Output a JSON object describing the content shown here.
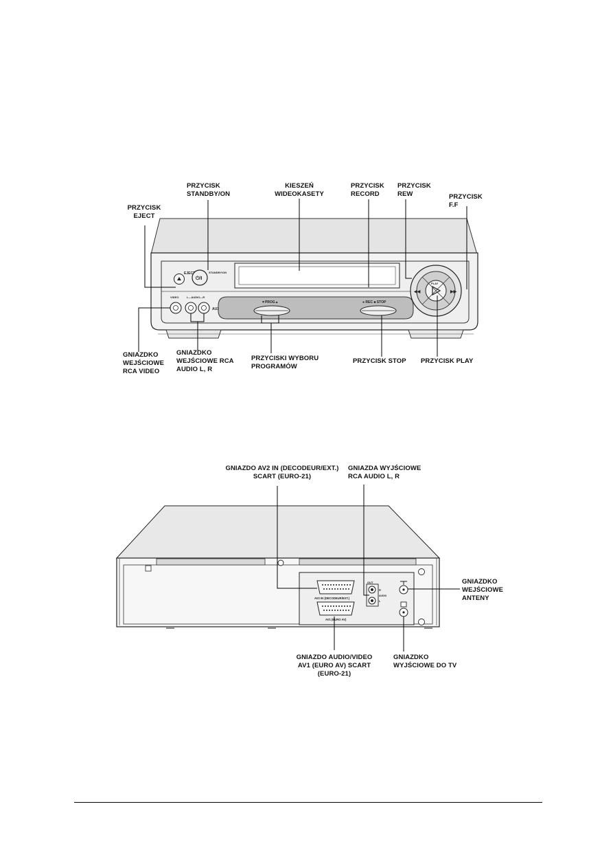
{
  "front": {
    "labels": {
      "standby": "PRZYCISK\nSTANDBY/ON",
      "cassette": "KIESZEŃ\nWIDEOKASETY",
      "record": "PRZYCISK\nRECORD",
      "rew": "PRZYCISK\nREW",
      "ff": "PRZYCISK\nF.F",
      "eject": "PRZYCISK\nEJECT",
      "rca_video": "GNIAZDKO\nWEJŚCIOWE\nRCA VIDEO",
      "rca_audio": "GNIAZDKO\nWEJŚCIOWE RCA\nAUDIO L, R",
      "program": "PRZYCISKI WYBORU\nPROGRAMÓW",
      "stop": "PRZYCISK STOP",
      "play": "PRZYCISK PLAY"
    },
    "panel_text": {
      "eject": "EJECT",
      "standby_btn": "⏻/I",
      "standby_on": "STANDBY/ON",
      "video": "VIDEO",
      "audio": "L—AUDIO—R",
      "aux": "AUX",
      "prog": "▼PROG▲",
      "rec_stop": "● REC  ■ STOP",
      "play": "PLAY"
    }
  },
  "back": {
    "labels": {
      "av2": "GNIAZDO AV2 IN (DECODEUR/EXT.)\nSCART (EURO-21)",
      "audio_out": "GNIAZDA WYJŚCIOWE\nRCA AUDIO L, R",
      "antenna": "GNIAZDKO\nWEJŚCIOWE\nANTENY",
      "av1": "GNIAZDO AUDIO/VIDEO\nAV1 (EURO AV) SCART\n(EURO-21)",
      "tv_out": "GNIAZDKO\nWYJŚCIOWE DO TV"
    },
    "panel_text": {
      "av2_small": "AV2 IN (DECODEUR/EXT.)",
      "av1_small": "AV1 (EURO AV)",
      "out": "OUT",
      "audio": "AUDIO",
      "r": "R",
      "l": "L"
    }
  }
}
